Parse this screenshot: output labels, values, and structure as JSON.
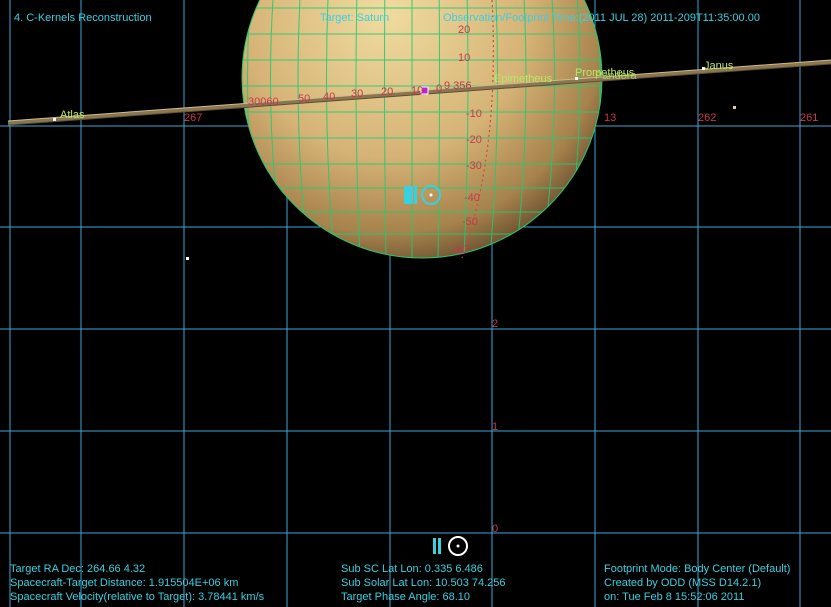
{
  "header": {
    "title": "4. C-Kernels Reconstruction",
    "target": "Target: Saturn",
    "observation": "Observation/Footprint Time:(2011 JUL 28) 2011-209T11:35:00.00"
  },
  "ring_labels": [
    "267",
    "262",
    "261",
    "13"
  ],
  "ring_radius_labels": [
    "30060",
    "50",
    "40",
    "30",
    "20",
    "10",
    "0",
    "9 356"
  ],
  "lat_labels": [
    "20",
    "10",
    "0",
    "-10",
    "-20",
    "-30",
    "-40",
    "-50",
    "-60"
  ],
  "moons": [
    "Atlas",
    "Epimetheus",
    "Prometheus",
    "Pandora",
    "Janus"
  ],
  "column_labels": [
    "2",
    "1",
    "0"
  ],
  "colors": {
    "hud": "#39d0e0",
    "grid": "#3aa8d8",
    "label": "#c8384a",
    "moon": "#b8e66a",
    "planet_grid": "#27c870"
  },
  "footer": {
    "left": [
      "Target RA Dec: 264.66   4.32",
      "Spacecraft-Target Distance: 1.915504E+06 km",
      "Spacecraft Velocity(relative to Target): 3.78441 km/s"
    ],
    "center": [
      "Sub SC Lat Lon:  0.335    6.486",
      "Sub Solar Lat Lon: 10.503   74.256",
      "Target Phase Angle: 68.10"
    ],
    "right": [
      "Footprint Mode: Body Center (Default)",
      "Created by ODD (MSS D14.2.1)",
      "on: Tue Feb  8 15:52:06 2011"
    ]
  }
}
